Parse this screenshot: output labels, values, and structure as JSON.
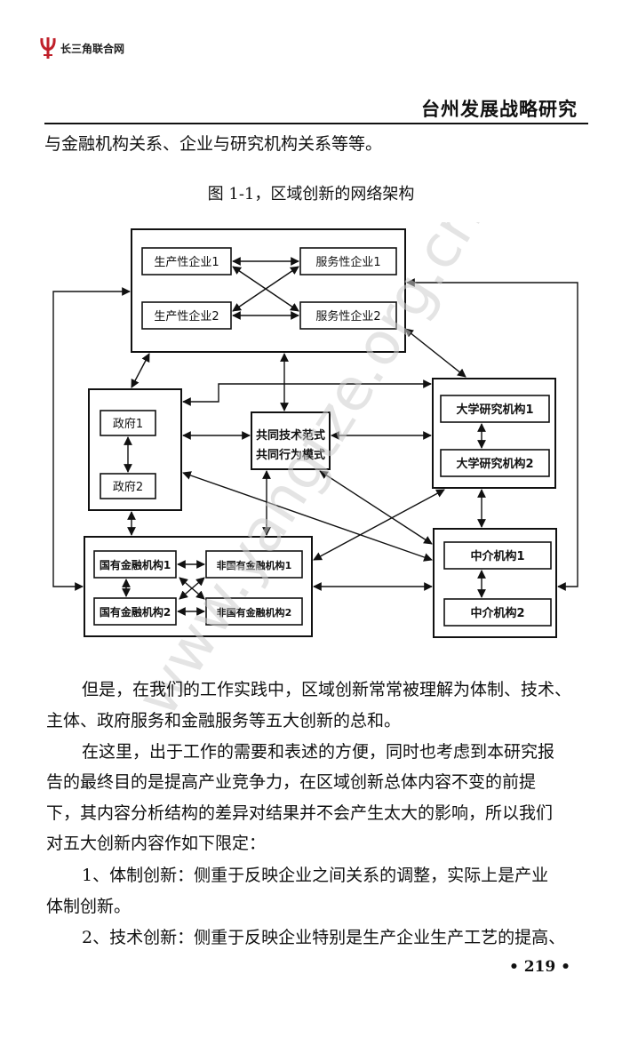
{
  "header": {
    "logo_text": "长三角联合网",
    "title": "台州发展战略研究"
  },
  "intro_line": "与金融机构关系、企业与研究机构关系等等。",
  "figure": {
    "caption": "图 1-1，区域创新的网络架构",
    "nodes": {
      "prod1": "生产性企业1",
      "serv1": "服务性企业1",
      "prod2": "生产性企业2",
      "serv2": "服务性企业2",
      "gov1": "政府1",
      "gov2": "政府2",
      "common1": "共同技术范式",
      "common2": "共同行为模式",
      "uni1": "大学研究机构1",
      "uni2": "大学研究机构2",
      "sfin1": "国有金融机构1",
      "sfin2": "国有金融机构2",
      "nfin1": "非国有金融机构1",
      "nfin2": "非国有金融机构2",
      "agent1": "中介机构1",
      "agent2": "中介机构2"
    }
  },
  "watermark": "www.yangtze.org.cn",
  "body_lines": [
    "但是，在我们的工作实践中，区域创新常常被理解为体制、技术、",
    "主体、政府服务和金融服务等五大创新的总和。",
    "在这里，出于工作的需要和表述的方便，同时也考虑到本研究报",
    "告的最终目的是提高产业竞争力，在区域创新总体内容不变的前提",
    "下，其内容分析结构的差异对结果并不会产生太大的影响，所以我们",
    "对五大创新内容作如下限定：",
    "1、体制创新：侧重于反映企业之间关系的调整，实际上是产业",
    "体制创新。",
    "2、技术创新：侧重于反映企业特别是生产企业生产工艺的提高、"
  ],
  "page_number": "• 219 •"
}
